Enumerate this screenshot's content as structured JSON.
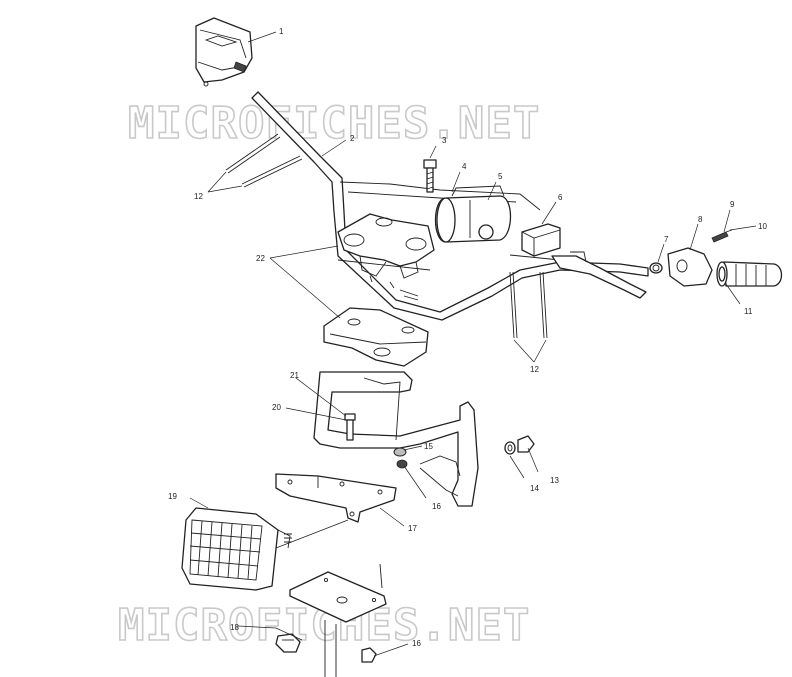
{
  "watermarks": [
    "MICROFICHES.NET",
    "MICROFICHES.NET"
  ],
  "callouts": [
    "1",
    "2",
    "3",
    "4",
    "5",
    "6",
    "7",
    "8",
    "9",
    "10",
    "11",
    "12",
    "12",
    "13",
    "14",
    "15",
    "16",
    "17",
    "18",
    "16",
    "19",
    "20",
    "21",
    "22"
  ]
}
